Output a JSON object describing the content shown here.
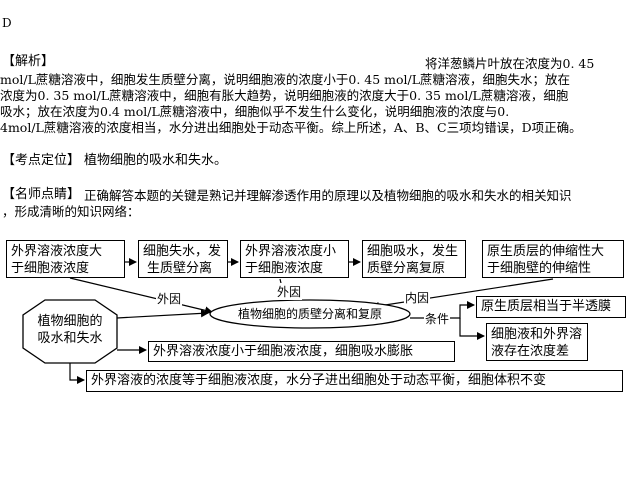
{
  "answer": "D",
  "analysis": {
    "heading": "【解析】",
    "lines": [
      "将洋葱鳞片叶放在浓度为0. 45",
      "mol/L蔗糖溶液中，细胞发生质壁分离，说明细胞液的浓度小于0. 45 mol/L蔗糖溶液，细胞失水；放在",
      "浓度为0. 35 mol/L蔗糖溶液中，细胞有胀大趋势，说明细胞液的浓度大于0. 35 mol/L蔗糖溶液，细胞",
      "吸水；放在浓度为0.4 mol/L蔗糖溶液中，细胞似乎不发生什么变化，说明细胞液的浓度与0.",
      "4mol/L蔗糖溶液的浓度相当，水分进出细胞处于动态平衡。综上所述，A、B、C三项均错误，D项正确。"
    ]
  },
  "knowledge_point": {
    "heading": "【考点定位】",
    "text": "植物细胞的吸水和失水。"
  },
  "teacher_comment": {
    "heading": "【名师点睛】",
    "lines": [
      "正确解答本题的关键是熟记并理解渗透作用的原理以及植物细胞的吸水和失水的相关知识",
      "，形成清晰的知识网络："
    ]
  },
  "diagram": {
    "boxes": {
      "outer_high_1": "外界溶液浓度大",
      "outer_high_2": "于细胞液浓度",
      "cell_lose_1": "细胞失水，发",
      "cell_lose_2": "生质壁分离",
      "outer_low_1": "外界溶液浓度小",
      "outer_low_2": "于细胞液浓度",
      "cell_absorb_1": "细胞吸水，发生",
      "cell_absorb_2": "质壁分离复原",
      "protoplast_1": "原生质层的伸缩性大",
      "protoplast_2": "于细胞壁的伸缩性",
      "center_oval": "植物细胞的质壁分离和复原",
      "octagon_1": "植物细胞的",
      "octagon_2": "吸水和失水",
      "semipermeable": "原生质层相当于半透膜",
      "conc_diff_1": "细胞液和外界溶",
      "conc_diff_2": "液存在浓度差",
      "absorb_swell": "外界溶液浓度小于细胞液浓度，细胞吸水膨胀",
      "equilibrium": "外界溶液的浓度等于细胞液浓度，水分子进出细胞处于动态平衡，细胞体积不变"
    },
    "labels": {
      "external_cause_left": "外因",
      "external_cause_mid": "外因",
      "internal_cause": "内因",
      "condition": "条件"
    }
  }
}
